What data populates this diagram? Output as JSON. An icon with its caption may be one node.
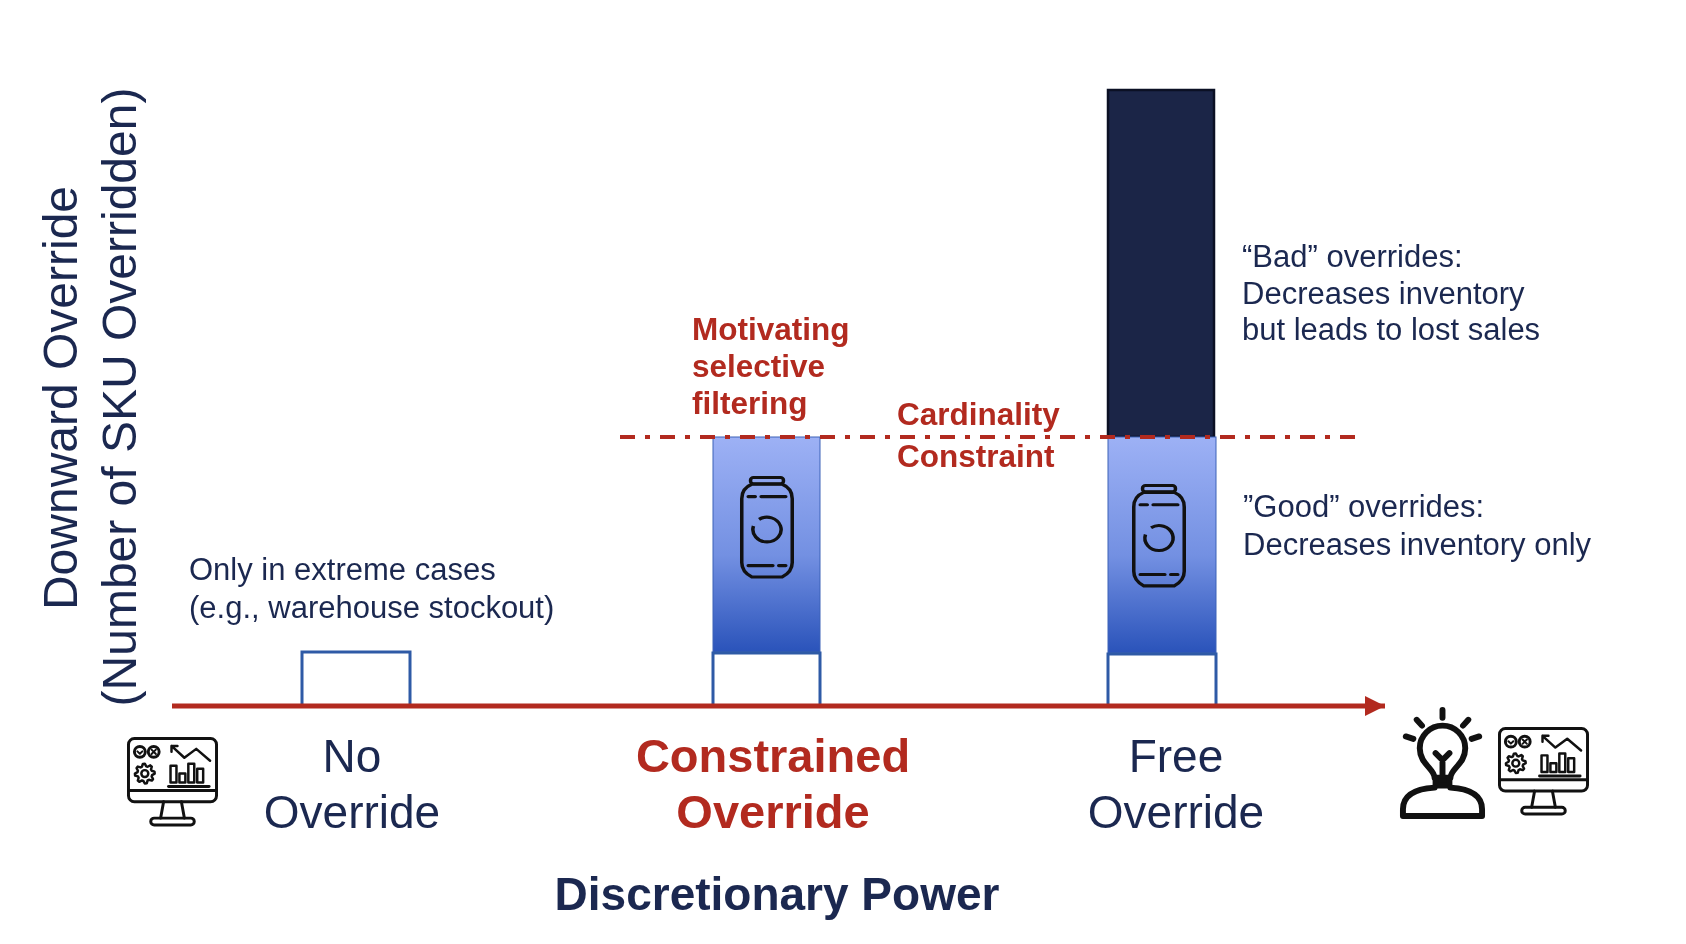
{
  "diagram": {
    "nodes": [
      {
        "text": [],
        "shape": "bar"
      },
      {
        "text": [],
        "shape": "bar"
      },
      {
        "text": [],
        "shape": "bar"
      },
      {
        "text": [],
        "shape": "bar",
        "beside": [
          "“Bad” overrides:",
          "Decreases inventory but leads to lost sales"
        ]
      },
      {
        "text": [],
        "shape": "bar",
        "beside": [
          "”Good” overrides:",
          "Decreases inventory only"
        ]
      },
      {
        "text": [],
        "shape": "bar"
      }
    ],
    "labels": [
      "Downward Override",
      "(Number of SKU Overridden)",
      "Only in extreme cases (e.g., warehouse stockout)",
      "Motivating selective filtering",
      "Cardinality Constraint",
      "No Override",
      "Constrained Override",
      "Free Override",
      "Discretionary Power"
    ]
  }
}
